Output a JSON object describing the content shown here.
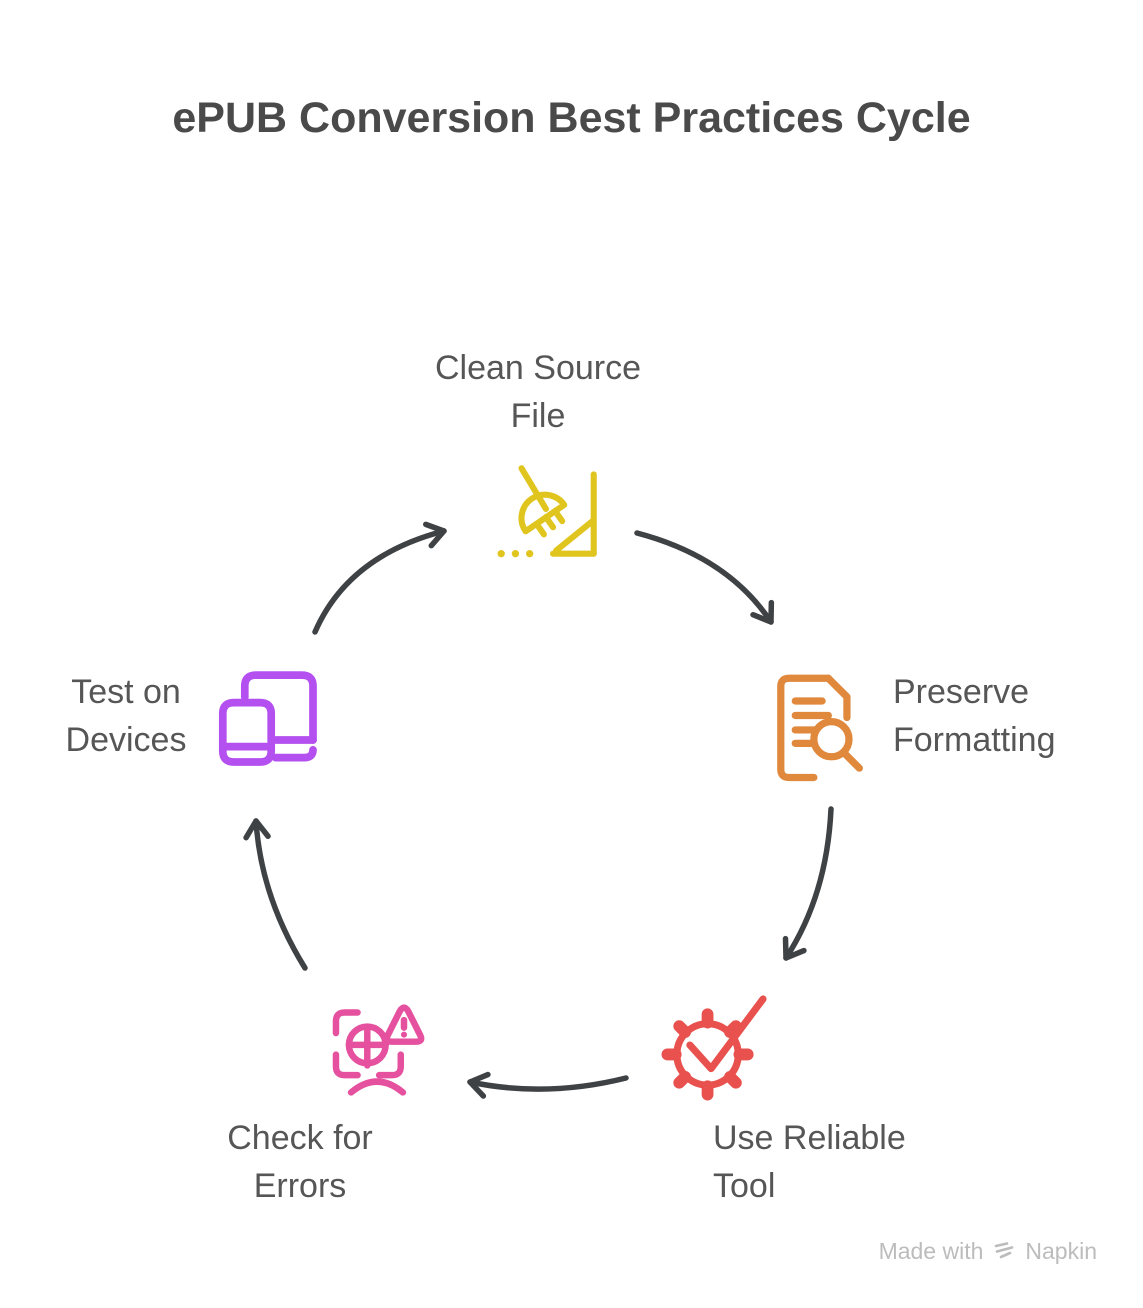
{
  "title": "ePUB Conversion Best Practices Cycle",
  "steps": [
    {
      "label": "Clean Source\nFile",
      "icon": "broom-icon",
      "color": "#E0C51F"
    },
    {
      "label": "Preserve\nFormatting",
      "icon": "document-search-icon",
      "color": "#E0883C"
    },
    {
      "label": "Use Reliable\nTool",
      "icon": "gear-check-icon",
      "color": "#E8514D"
    },
    {
      "label": "Check for\nErrors",
      "icon": "error-scan-icon",
      "color": "#E5519E"
    },
    {
      "label": "Test on\nDevices",
      "icon": "devices-icon",
      "color": "#B450F0"
    }
  ],
  "arrows": {
    "color": "#3F4245"
  },
  "text_colors": {
    "title": "#4A4A4A",
    "labels": "#565656"
  },
  "watermark": {
    "prefix": "Made with",
    "brand": "Napkin",
    "color": "#BCBCBC"
  }
}
